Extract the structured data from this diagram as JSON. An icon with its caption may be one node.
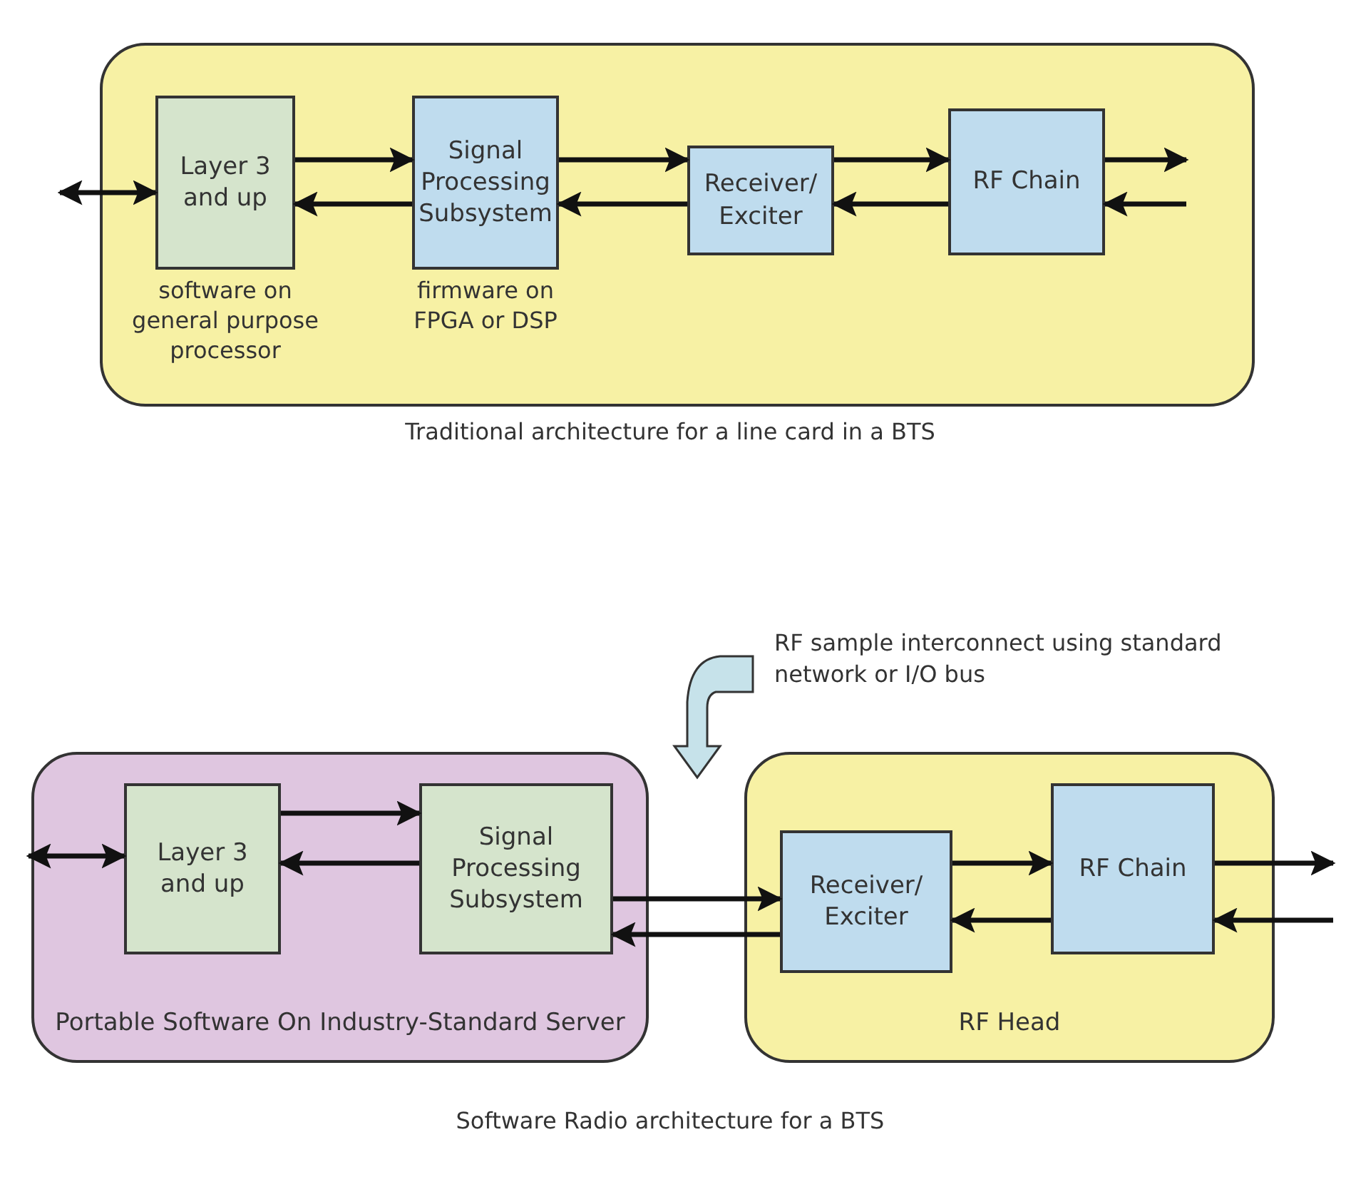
{
  "diagram": {
    "nodes": [
      {
        "text": [],
        "shape": "box"
      },
      {
        "text": [
          "Layer 3 and up"
        ],
        "in": 0,
        "beside": [
          "software on general purpose processor"
        ]
      },
      {
        "text": [
          "Signal Processing Subsystem"
        ],
        "in": 0,
        "beside": [
          "firmware on FPGA or DSP"
        ]
      },
      {
        "text": [
          "Receiver/ Exciter"
        ],
        "in": 0
      },
      {
        "text": [
          "RF Chain"
        ],
        "in": 0
      },
      {
        "text": [
          "Portable Software On Industry-Standard Server"
        ]
      },
      {
        "text": [
          "Layer 3 and up"
        ],
        "in": 5
      },
      {
        "text": [
          "Signal Processing Subsystem"
        ],
        "in": 5
      },
      {
        "text": [
          "RF Head"
        ]
      },
      {
        "text": [
          "Receiver/ Exciter"
        ],
        "in": 8
      },
      {
        "text": [
          "RF Chain"
        ],
        "in": 8
      }
    ],
    "edges": [
      {
        "from": null,
        "to": 1,
        "arrow": "both"
      },
      {
        "from": 1,
        "to": 2,
        "arrow": "to"
      },
      {
        "from": 2,
        "to": 1,
        "arrow": "to"
      },
      {
        "from": 2,
        "to": 3,
        "arrow": "to"
      },
      {
        "from": 3,
        "to": 2,
        "arrow": "to"
      },
      {
        "from": 3,
        "to": 4,
        "arrow": "to"
      },
      {
        "from": 4,
        "to": 3,
        "arrow": "to"
      },
      {
        "from": 4,
        "to": null,
        "arrow": "to"
      },
      {
        "from": null,
        "to": 4,
        "arrow": "to"
      },
      {
        "from": null,
        "to": 6,
        "arrow": "both"
      },
      {
        "from": 6,
        "to": 7,
        "arrow": "to"
      },
      {
        "from": 7,
        "to": 6,
        "arrow": "to"
      },
      {
        "from": 7,
        "to": 9,
        "arrow": "to"
      },
      {
        "from": 9,
        "to": 7,
        "arrow": "to"
      },
      {
        "from": 9,
        "to": 10,
        "arrow": "to"
      },
      {
        "from": 10,
        "to": 9,
        "arrow": "to"
      },
      {
        "from": 10,
        "to": null,
        "arrow": "to"
      },
      {
        "from": null,
        "to": 10,
        "arrow": "to"
      }
    ],
    "labels": [
      "Traditional architecture for a line card in a BTS",
      "RF sample interconnect using standard network or I/O bus",
      "Software Radio architecture for a BTS"
    ]
  }
}
